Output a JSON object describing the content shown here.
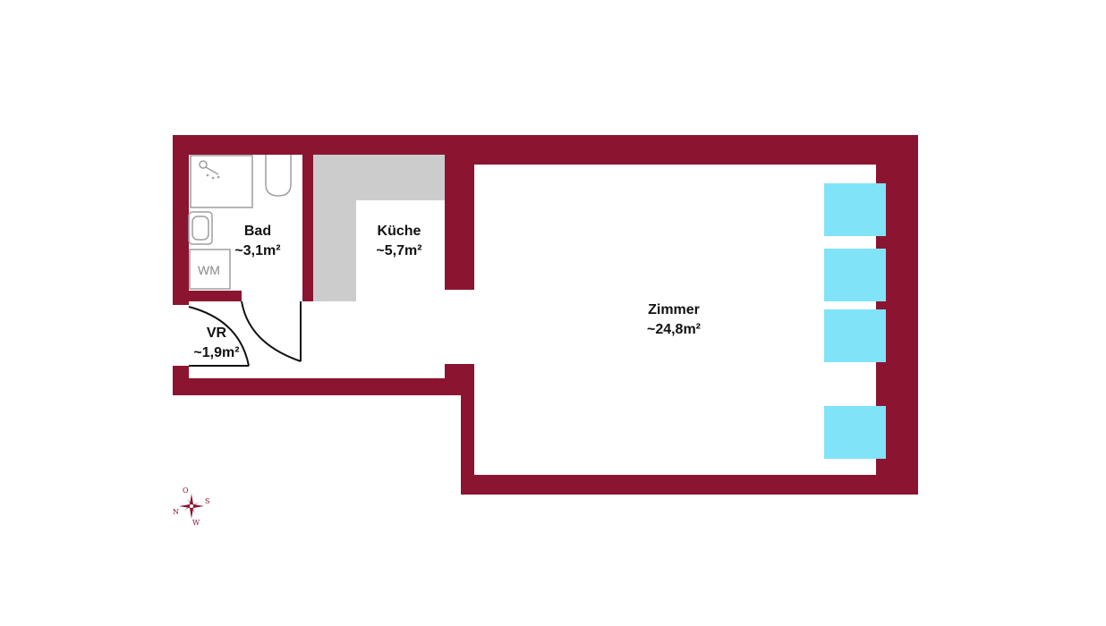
{
  "floor_plan": {
    "colors": {
      "wall": "#8b1530",
      "kitchen_counter": "#cccccc",
      "window": "#80e3f8",
      "fixture_outline": "#9e9e9e",
      "door_line": "#111111",
      "background": "#ffffff"
    },
    "rooms": [
      {
        "name": "Bad",
        "area": "~3,1m²"
      },
      {
        "name": "Küche",
        "area": "~5,7m²"
      },
      {
        "name": "VR",
        "area": "~1,9m²"
      },
      {
        "name": "Zimmer",
        "area": "~24,8m²"
      }
    ],
    "fixtures": {
      "washing_machine_label": "WM"
    },
    "windows_count": 4,
    "compass": {
      "north": "N",
      "east": "O",
      "south": "S",
      "west": "W"
    }
  }
}
